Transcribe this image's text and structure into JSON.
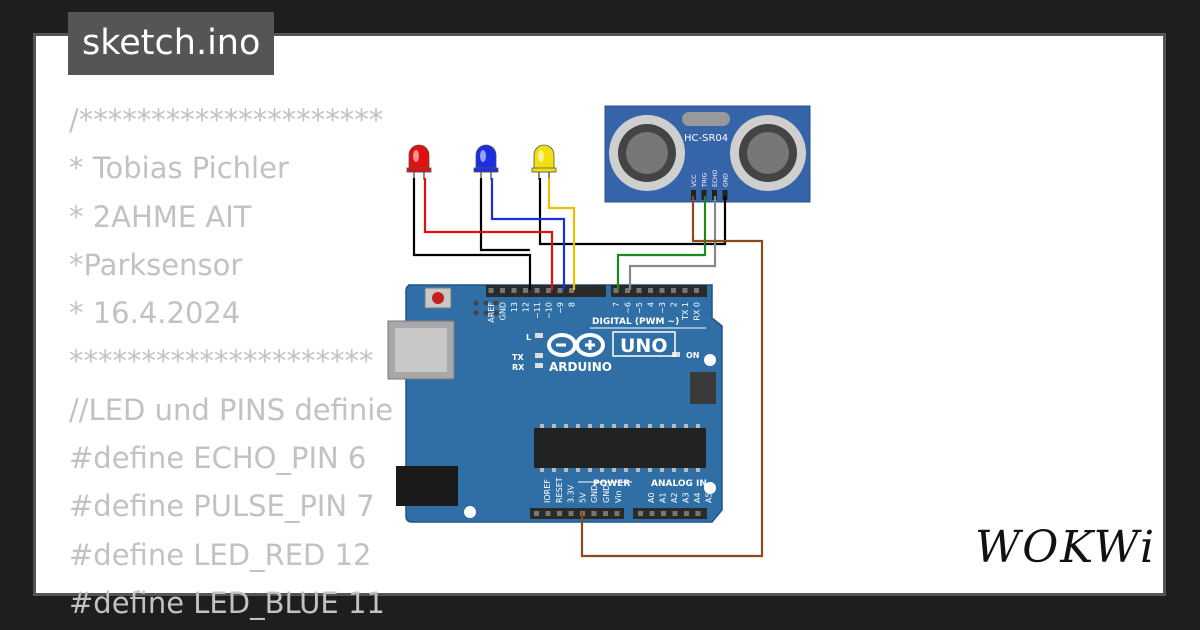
{
  "file_tab": {
    "name": "sketch.ino"
  },
  "code_lines": [
    "/*********************",
    "* Tobias Pichler",
    "* 2AHME AIT",
    "*Parksensor",
    "* 16.4.2024",
    "*********************",
    "//LED und PINS definie",
    "#define ECHO_PIN 6",
    "#define PULSE_PIN 7",
    "#define LED_RED 12",
    "#define LED_BLUE 11"
  ],
  "sensor": {
    "model": "HC-SR04",
    "pins": [
      "VCC",
      "TRIG",
      "ECHO",
      "GND"
    ]
  },
  "leds": [
    {
      "color_name": "red",
      "color": "#e01010"
    },
    {
      "color_name": "blue",
      "color": "#1a2fe0"
    },
    {
      "color_name": "yellow",
      "color": "#f0e010"
    }
  ],
  "arduino": {
    "model": "UNO",
    "brand": "ARDUINO",
    "header_top_labels": [
      "AREF",
      "GND",
      "13",
      "12",
      "~11",
      "~10",
      "~9",
      "8",
      "7",
      "~6",
      "~5",
      "4",
      "~3",
      "2",
      "TX 1",
      "RX 0"
    ],
    "digital_label": "DIGITAL (PWM ~)",
    "power_label": "POWER",
    "analog_label": "ANALOG IN",
    "power_pins": [
      "IOREF",
      "RESET",
      "3.3V",
      "5V",
      "GND",
      "GND",
      "Vin"
    ],
    "analog_pins": [
      "A0",
      "A1",
      "A2",
      "A3",
      "A4",
      "A5"
    ],
    "led_labels": {
      "l": "L",
      "tx": "TX",
      "rx": "RX",
      "on": "ON"
    }
  },
  "brand": {
    "logo": "WOKWi"
  },
  "colors": {
    "board": "#2f6fa6",
    "sensor_board": "#3564a8",
    "wire_black": "#000000",
    "wire_red": "#e01010",
    "wire_blue": "#1a2fe0",
    "wire_yellow": "#f0c000",
    "wire_green": "#1a8a1a",
    "wire_gray": "#888888",
    "wire_brown": "#8b4a1c"
  }
}
